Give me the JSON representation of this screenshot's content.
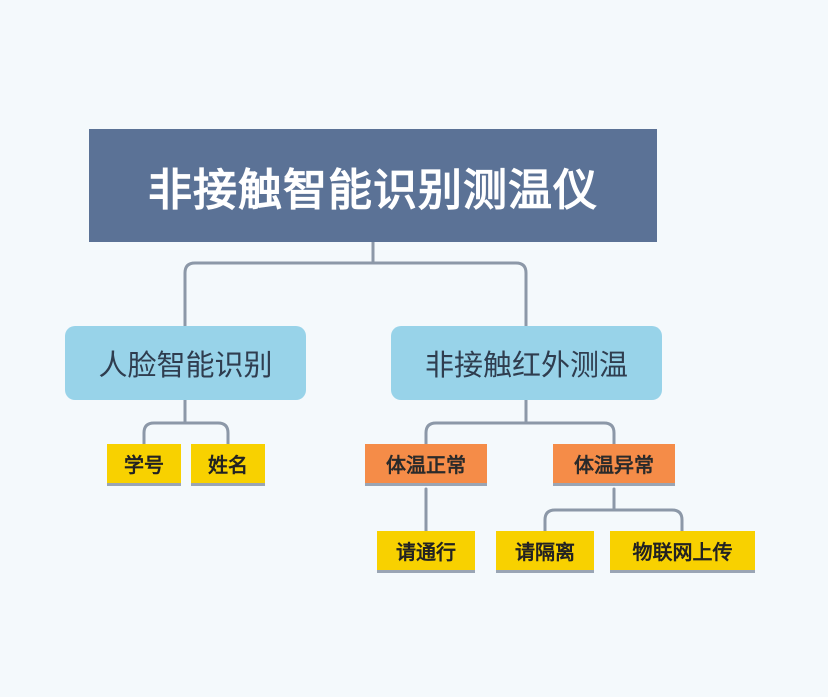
{
  "diagram": {
    "root": {
      "label": "非接触智能识别测温仪"
    },
    "branches": [
      {
        "label": "人脸智能识别",
        "children": [
          {
            "label": "学号"
          },
          {
            "label": "姓名"
          }
        ]
      },
      {
        "label": "非接触红外测温",
        "children": [
          {
            "label": "体温正常",
            "children": [
              {
                "label": "请通行"
              }
            ]
          },
          {
            "label": "体温异常",
            "children": [
              {
                "label": "请隔离"
              },
              {
                "label": "物联网上传"
              }
            ]
          }
        ]
      }
    ]
  },
  "colors": {
    "background": "#f4f9fc",
    "root_fill": "#5b7296",
    "branch_fill": "#98d3e9",
    "leaf_yellow": "#f8d100",
    "leaf_orange": "#f58c48",
    "connector": "#8c98a8"
  }
}
